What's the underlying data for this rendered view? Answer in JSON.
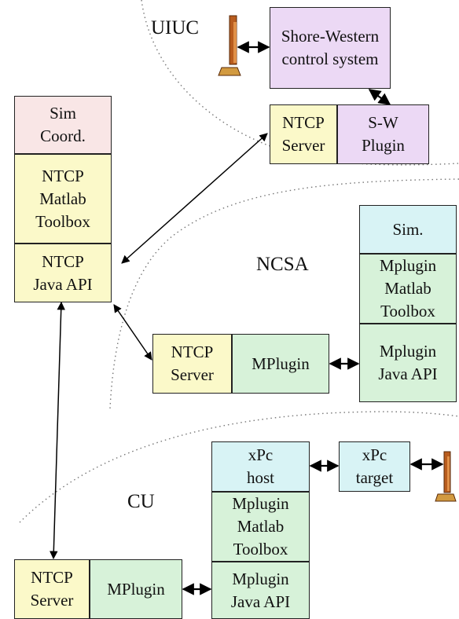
{
  "sites": {
    "uiuc": "UIUC",
    "ncsa": "NCSA",
    "cu": "CU"
  },
  "coordinator": {
    "sim_coord": "Sim\nCoord.",
    "matlab_toolbox": "NTCP\nMatlab\nToolbox",
    "java_api": "NTCP\nJava API"
  },
  "uiuc": {
    "control_system": "Shore-Western\ncontrol system",
    "ntcp_server": "NTCP\nServer",
    "sw_plugin": "S-W\nPlugin"
  },
  "ncsa": {
    "ntcp_server": "NTCP\nServer",
    "mplugin": "MPlugin",
    "sim": "Sim.",
    "mplugin_matlab_toolbox": "Mplugin\nMatlab\nToolbox",
    "mplugin_java_api": "Mplugin\nJava API"
  },
  "cu": {
    "ntcp_server": "NTCP\nServer",
    "mplugin": "MPlugin",
    "xpc_host": "xPc\nhost",
    "xpc_target": "xPc\ntarget",
    "mplugin_matlab_toolbox": "Mplugin\nMatlab\nToolbox",
    "mplugin_java_api": "Mplugin\nJava API"
  },
  "colors": {
    "pink": "#f9e6e6",
    "yellow": "#fbf9c9",
    "purple": "#ecd9f5",
    "cyan": "#d8f3f5",
    "green": "#d7f2d9",
    "actuator": "#b85c1e"
  },
  "icons": [
    "actuator-icon-uiuc",
    "actuator-icon-cu"
  ]
}
